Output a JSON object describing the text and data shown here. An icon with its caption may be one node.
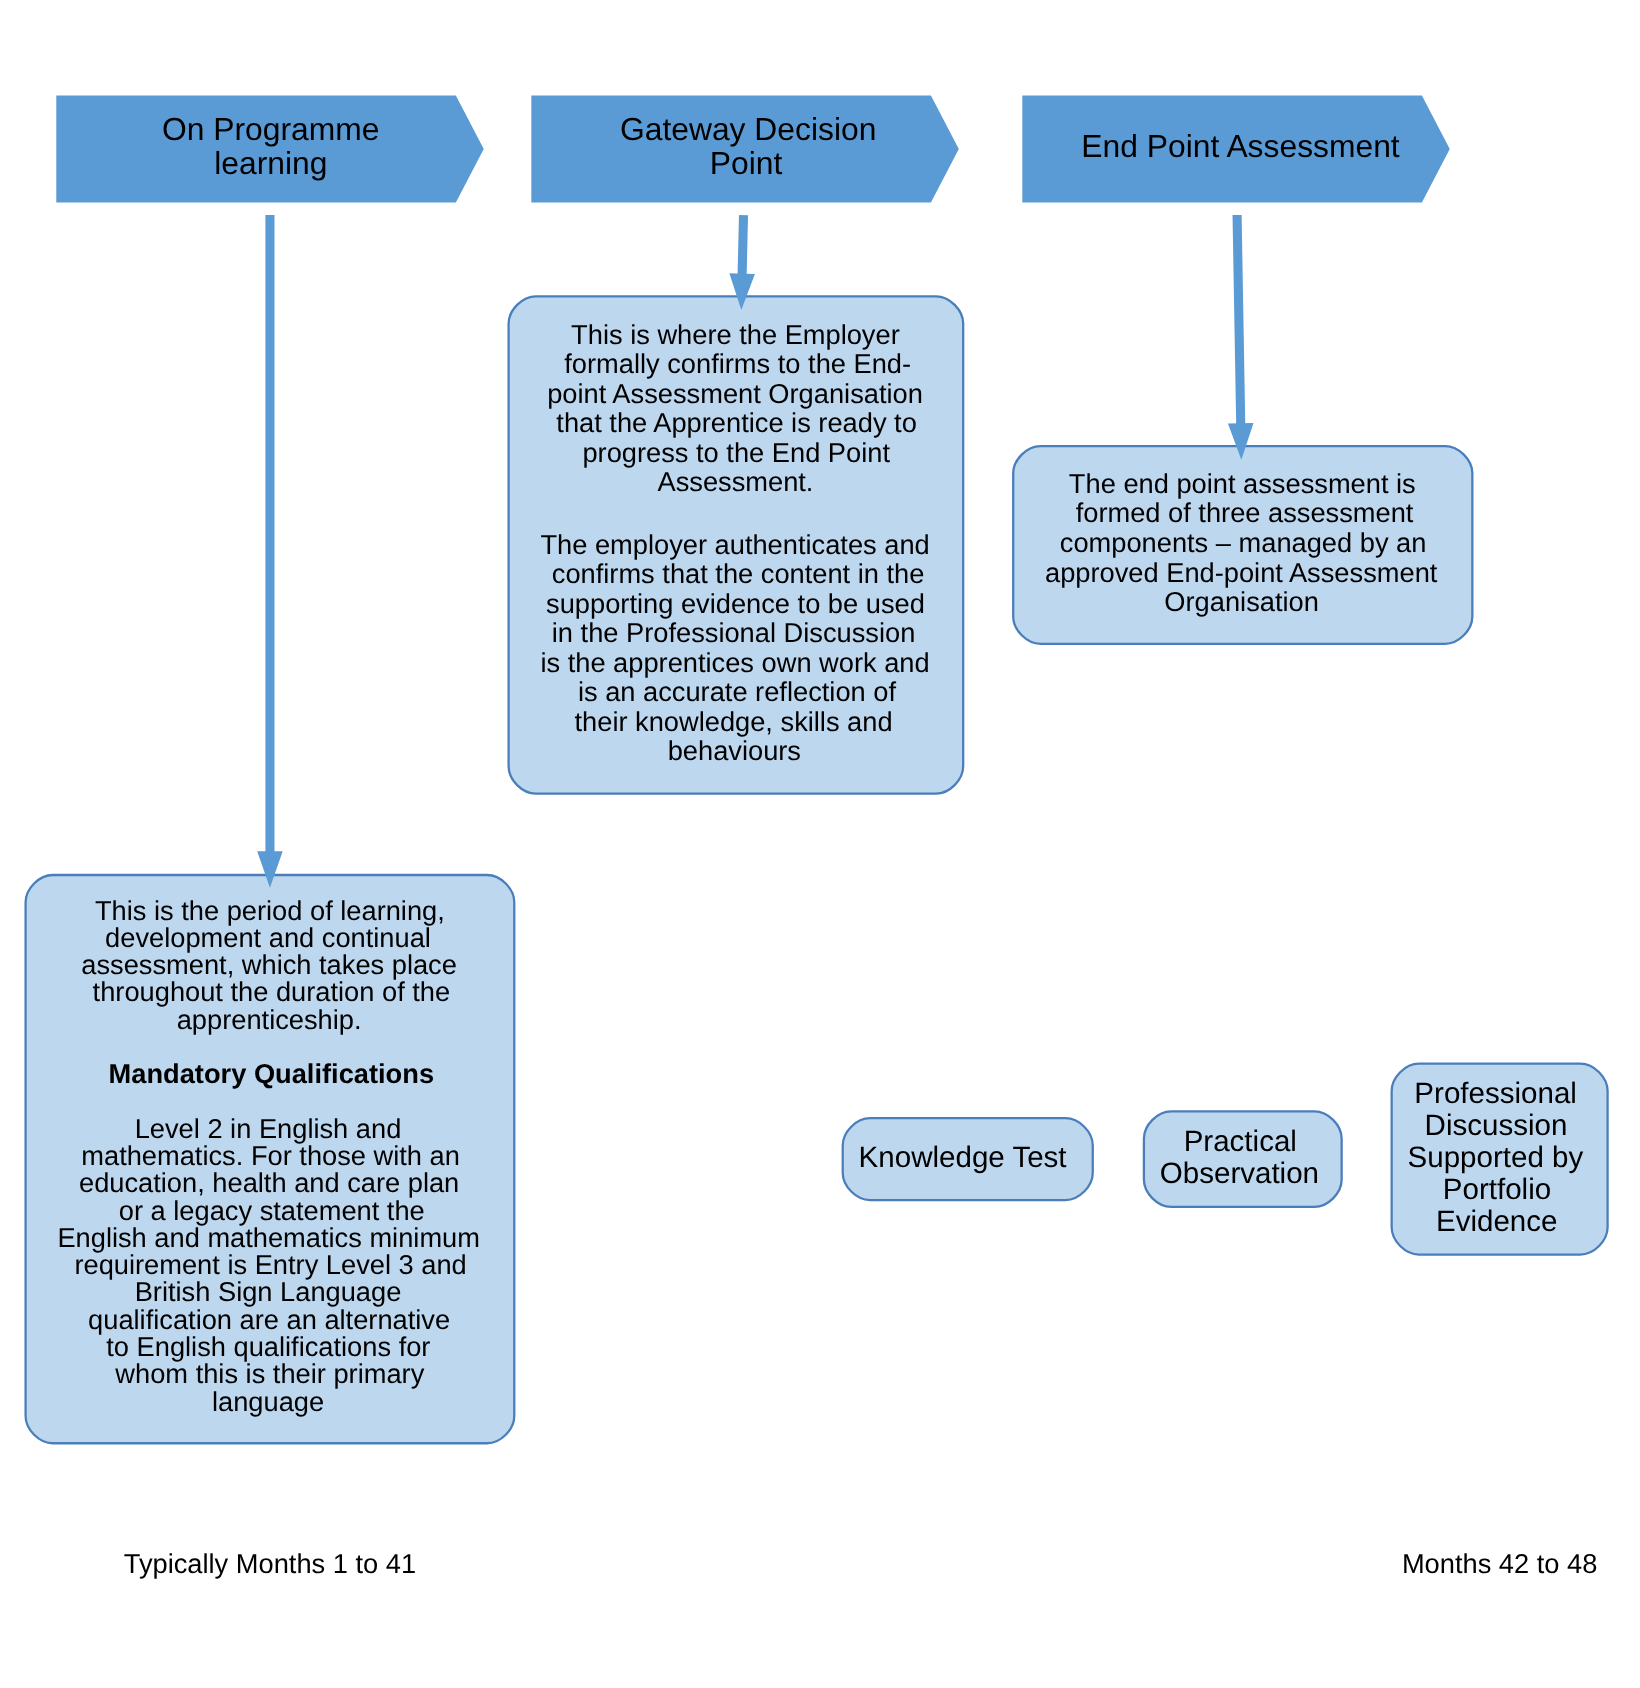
{
  "diagram": {
    "nodes": [
      {
        "text": [
          "On Programme learning"
        ]
      },
      {
        "text": [
          "Gateway Decision Point"
        ]
      },
      {
        "text": [
          "End Point Assessment"
        ]
      },
      {
        "text": [
          "This is the period of learning, development and continual assessment, which takes place throughout the duration of the apprenticeship.",
          "Mandatory Qualifications",
          "Level 2 in English and mathematics. For those with an education, health and care plan or a legacy statement the English and mathematics minimum requirement is Entry Level 3 and British Sign Language qualification are an alternative to English qualifications for whom this is their primary language"
        ]
      },
      {
        "text": [
          "This is where the Employer formally confirms to the End-point Assessment Organisation that the Apprentice is ready to progress to the End Point Assessment.",
          "The employer authenticates and confirms that the content in the supporting evidence to be used in the Professional Discussion is the apprentices own work and is an accurate reflection of their knowledge, skills and behaviours"
        ]
      },
      {
        "text": [
          "The end point assessment is formed of three assessment components – managed by an approved End-point Assessment Organisation"
        ]
      },
      {
        "text": [
          "Knowledge Test"
        ]
      },
      {
        "text": [
          "Practical Observation"
        ]
      },
      {
        "text": [
          "Professional Discussion Supported by Portfolio Evidence"
        ]
      }
    ],
    "edges": [
      {
        "from": 0,
        "to": 3,
        "arrow": "to"
      },
      {
        "from": 1,
        "to": 4,
        "arrow": "to"
      },
      {
        "from": 2,
        "to": 5,
        "arrow": "to"
      }
    ],
    "labels": [
      "Typically Months 1 to 41",
      "Months 42 to 48"
    ]
  }
}
